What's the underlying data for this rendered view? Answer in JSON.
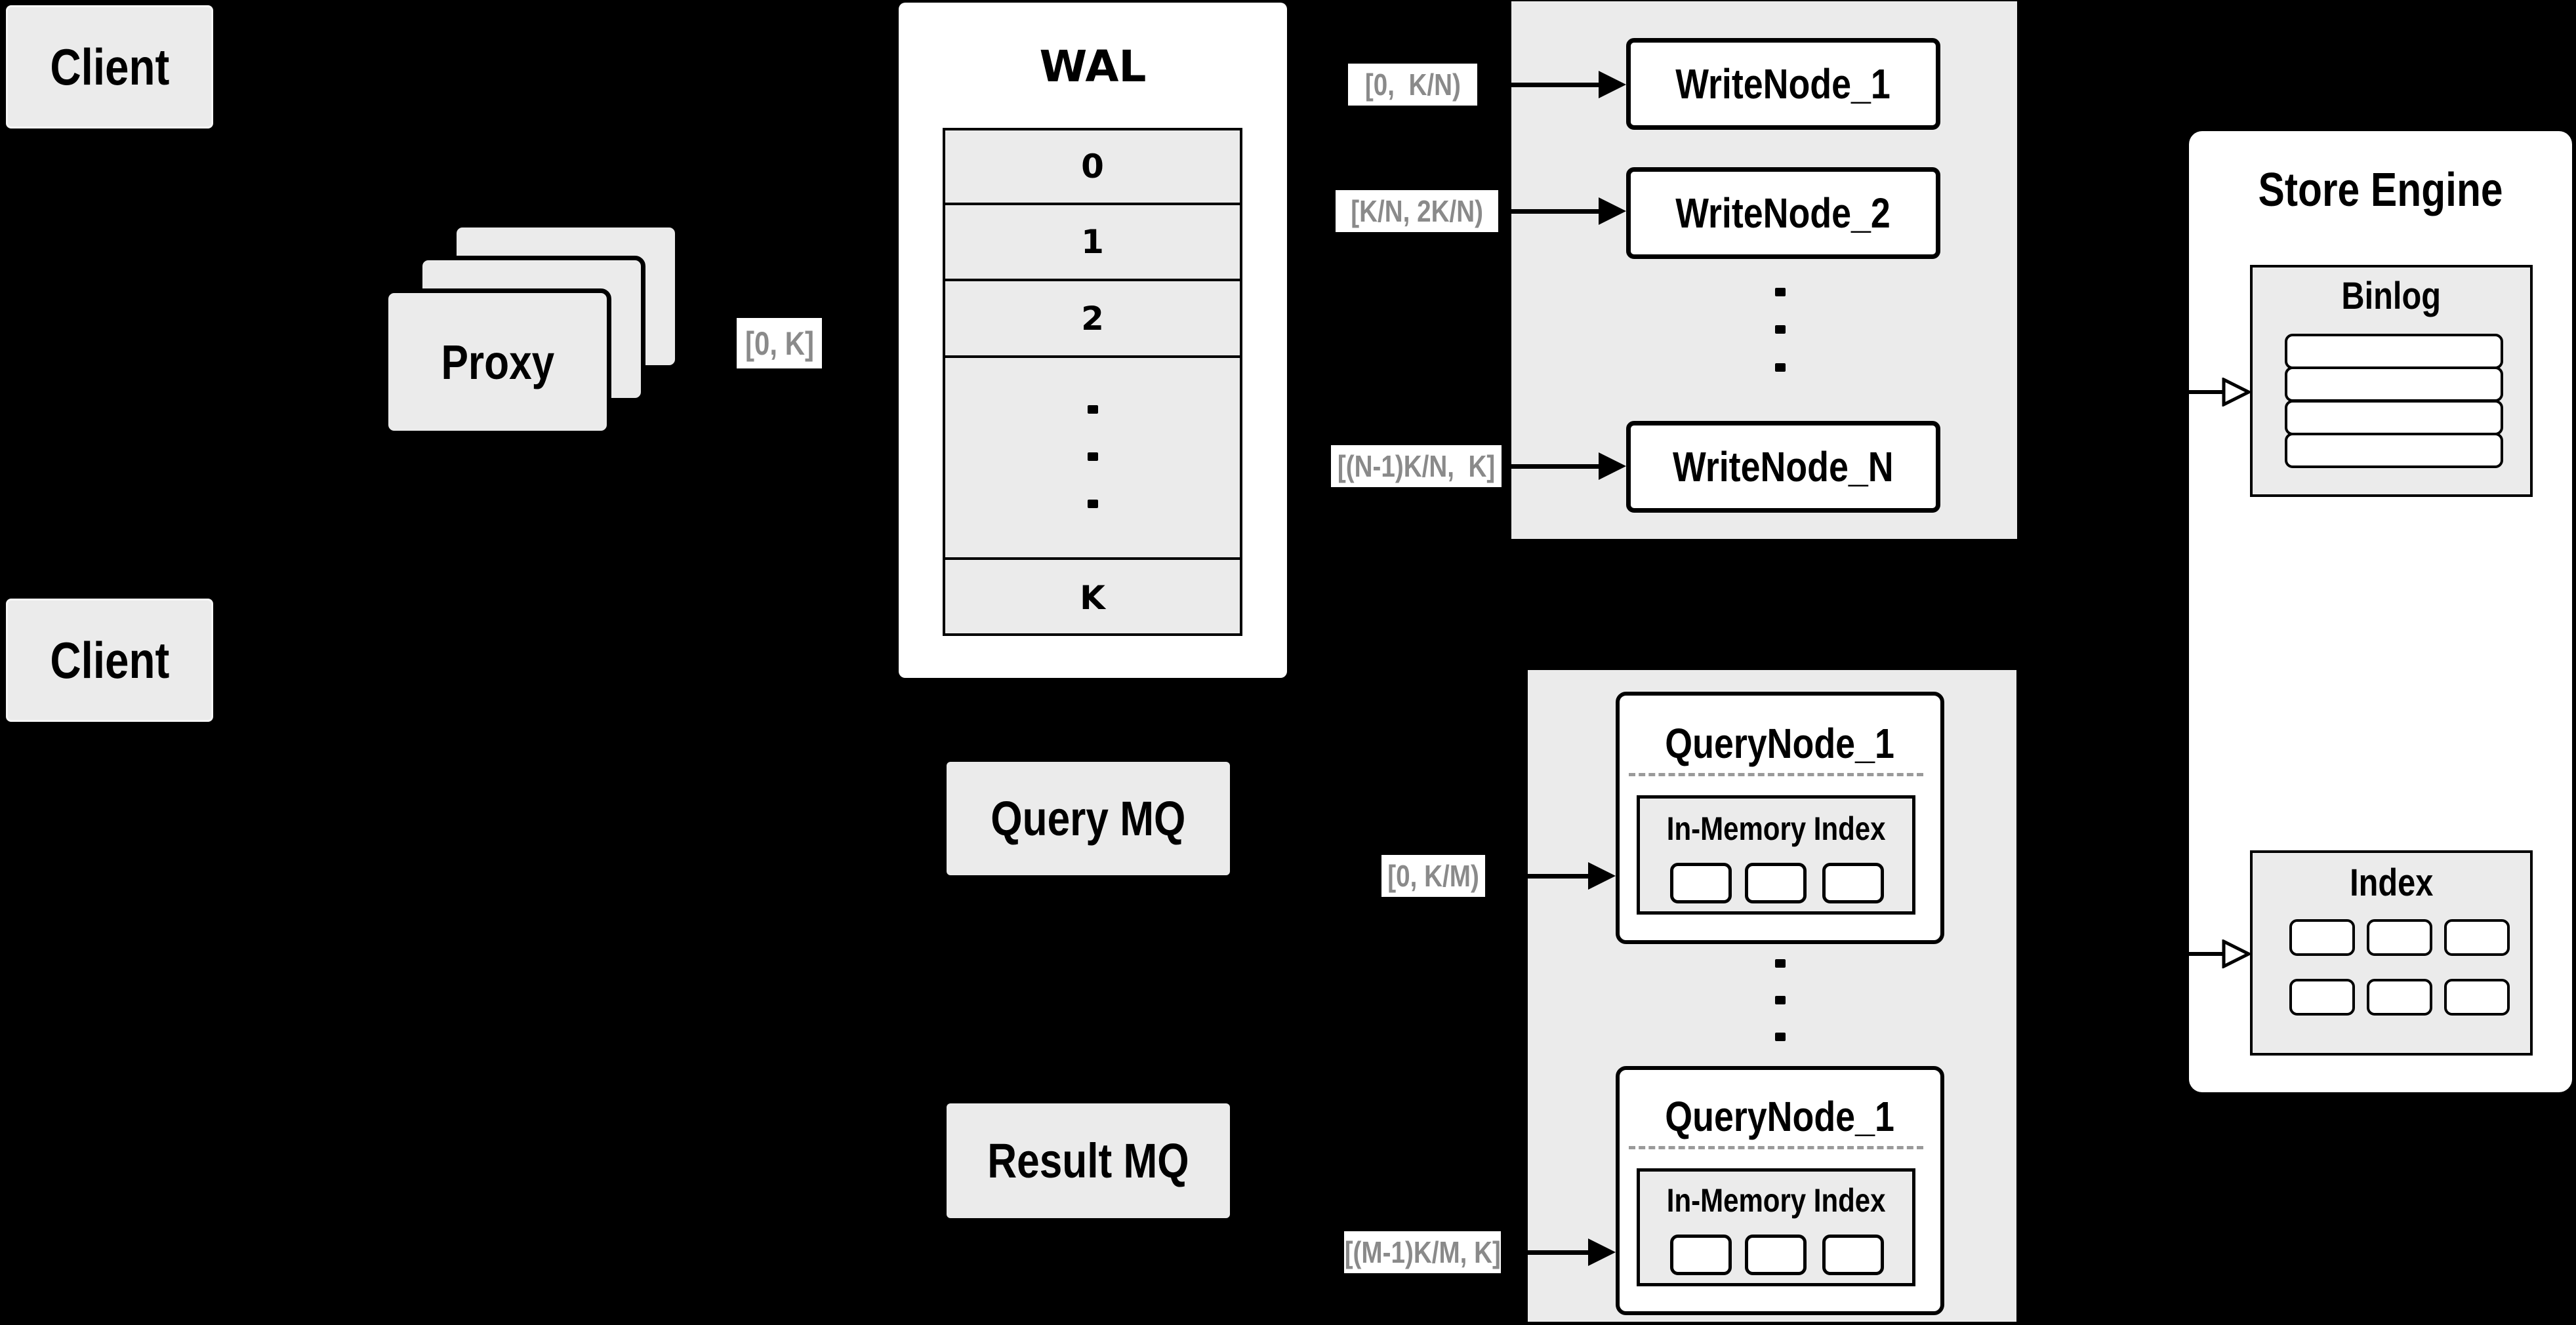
{
  "colors": {
    "background": "#000000",
    "panel_gray": "#ebebeb",
    "box_white": "#ffffff",
    "stroke_black": "#000000",
    "range_label_text": "#8a8a8a"
  },
  "client_top": {
    "label": "Client"
  },
  "client_bottom": {
    "label": "Client"
  },
  "proxy": {
    "label": "Proxy"
  },
  "wal": {
    "title": "WAL",
    "rows": [
      "0",
      "1",
      "2",
      "K"
    ]
  },
  "range_labels": {
    "proxy_out": "[0, K]",
    "write_1": "[0,  K/N)",
    "write_2": "[K/N, 2K/N)",
    "write_n": "[(N-1)K/N,  K]",
    "query_1": "[0, K/M)",
    "query_m": "[(M-1)K/M, K]"
  },
  "write_nodes": {
    "node_1": "WriteNode_1",
    "node_2": "WriteNode_2",
    "node_n": "WriteNode_N"
  },
  "query_mq": {
    "label": "Query MQ"
  },
  "result_mq": {
    "label": "Result MQ"
  },
  "query_node_top": {
    "title": "QueryNode_1",
    "inner_title": "In-Memory Index"
  },
  "query_node_bottom": {
    "title": "QueryNode_1",
    "inner_title": "In-Memory Index"
  },
  "store_engine": {
    "title": "Store Engine",
    "binlog": {
      "title": "Binlog"
    },
    "index": {
      "title": "Index"
    }
  }
}
